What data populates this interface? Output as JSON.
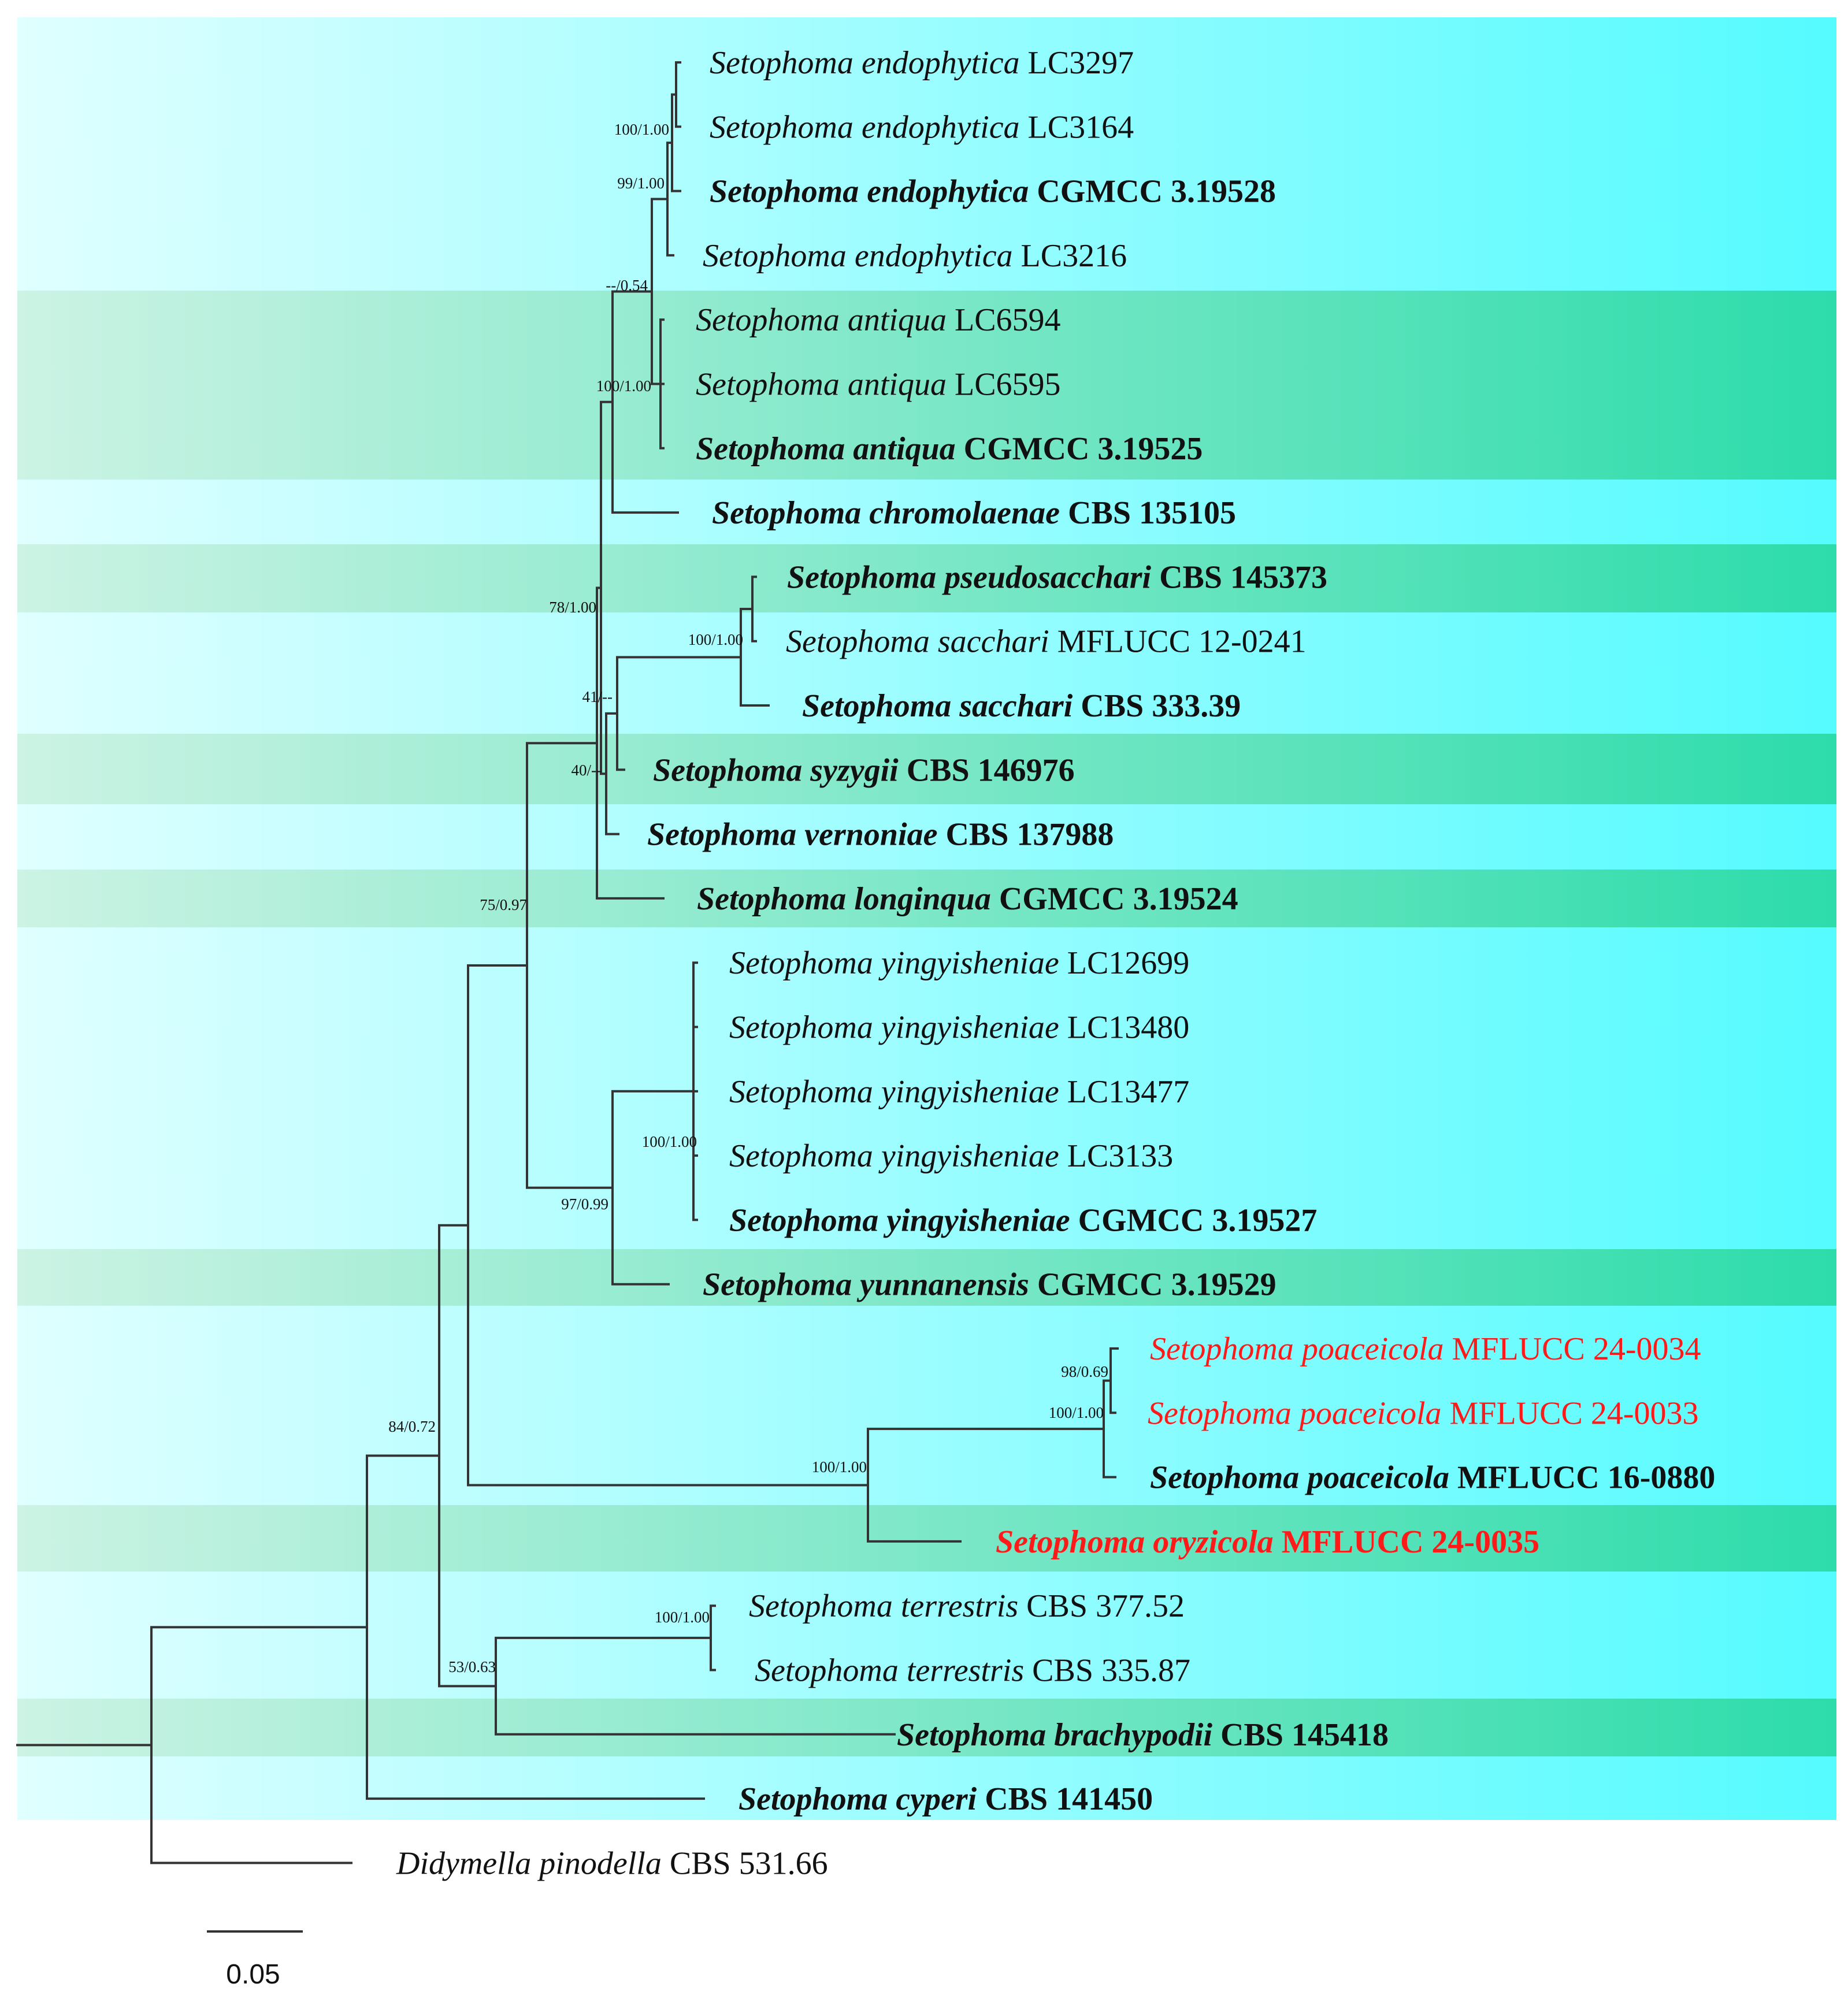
{
  "colors": {
    "band_light_start": "#e0ffff",
    "band_light_end": "#55fbff",
    "band_dark_start": "#ccf3e4",
    "band_dark_end": "#2ddcab",
    "text": "#111111",
    "highlight_red": "#ff1a1a",
    "branch": "#333333"
  },
  "taxa": [
    {
      "genus": "Setophoma",
      "species": "endophytica",
      "strain": "LC3297",
      "bold": false,
      "red": false
    },
    {
      "genus": "Setophoma",
      "species": "endophytica",
      "strain": "LC3164",
      "bold": false,
      "red": false
    },
    {
      "genus": "Setophoma",
      "species": "endophytica",
      "strain": "CGMCC 3.19528",
      "bold": true,
      "red": false
    },
    {
      "genus": "Setophoma",
      "species": "endophytica",
      "strain": "LC3216",
      "bold": false,
      "red": false
    },
    {
      "genus": "Setophoma",
      "species": "antiqua",
      "strain": "LC6594",
      "bold": false,
      "red": false
    },
    {
      "genus": "Setophoma",
      "species": "antiqua",
      "strain": "LC6595",
      "bold": false,
      "red": false
    },
    {
      "genus": "Setophoma",
      "species": "antiqua",
      "strain": "CGMCC 3.19525",
      "bold": true,
      "red": false
    },
    {
      "genus": "Setophoma",
      "species": "chromolaenae",
      "strain": "CBS 135105",
      "bold": true,
      "red": false
    },
    {
      "genus": "Setophoma",
      "species": "pseudosacchari",
      "strain": "CBS 145373",
      "bold": true,
      "red": false
    },
    {
      "genus": "Setophoma",
      "species": "sacchari",
      "strain": "MFLUCC 12-0241",
      "bold": false,
      "red": false
    },
    {
      "genus": "Setophoma",
      "species": "sacchari",
      "strain": "CBS 333.39",
      "bold": true,
      "red": false
    },
    {
      "genus": "Setophoma",
      "species": "syzygii",
      "strain": "CBS 146976",
      "bold": true,
      "red": false
    },
    {
      "genus": "Setophoma",
      "species": "vernoniae",
      "strain": "CBS 137988",
      "bold": true,
      "red": false
    },
    {
      "genus": "Setophoma",
      "species": "longinqua",
      "strain": "CGMCC 3.19524",
      "bold": true,
      "red": false
    },
    {
      "genus": "Setophoma",
      "species": "yingyisheniae",
      "strain": "LC12699",
      "bold": false,
      "red": false
    },
    {
      "genus": "Setophoma",
      "species": "yingyisheniae",
      "strain": "LC13480",
      "bold": false,
      "red": false
    },
    {
      "genus": "Setophoma",
      "species": "yingyisheniae",
      "strain": "LC13477",
      "bold": false,
      "red": false
    },
    {
      "genus": "Setophoma",
      "species": "yingyisheniae",
      "strain": "LC3133",
      "bold": false,
      "red": false
    },
    {
      "genus": "Setophoma",
      "species": "yingyisheniae",
      "strain": "CGMCC 3.19527",
      "bold": true,
      "red": false
    },
    {
      "genus": "Setophoma",
      "species": "yunnanensis",
      "strain": "CGMCC 3.19529",
      "bold": true,
      "red": false
    },
    {
      "genus": "Setophoma",
      "species": "poaceicola",
      "strain": "MFLUCC 24-0034",
      "bold": false,
      "red": true
    },
    {
      "genus": "Setophoma",
      "species": "poaceicola",
      "strain": "MFLUCC 24-0033",
      "bold": false,
      "red": true
    },
    {
      "genus": "Setophoma",
      "species": "poaceicola",
      "strain": "MFLUCC 16-0880",
      "bold": true,
      "red": false
    },
    {
      "genus": "Setophoma",
      "species": "oryzicola",
      "strain": "MFLUCC 24-0035",
      "bold": true,
      "red": true
    },
    {
      "genus": "Setophoma",
      "species": "terrestris",
      "strain": "CBS 377.52",
      "bold": false,
      "red": false
    },
    {
      "genus": "Setophoma",
      "species": "terrestris",
      "strain": "CBS 335.87",
      "bold": false,
      "red": false
    },
    {
      "genus": "Setophoma",
      "species": "brachypodii",
      "strain": "CBS 145418",
      "bold": true,
      "red": false
    },
    {
      "genus": "Setophoma",
      "species": "cyperi",
      "strain": "CBS 141450",
      "bold": true,
      "red": false
    },
    {
      "genus": "Didymella",
      "species": "pinodella",
      "strain": "CBS 531.66",
      "bold": false,
      "red": false
    }
  ],
  "support_values": [
    "100/1.00",
    "99/1.00",
    "--/0.54",
    "100/1.00",
    "78/1.00",
    "100/1.00",
    "41/--",
    "40/--",
    "75/0.97",
    "100/1.00",
    "97/0.99",
    "98/0.69",
    "100/1.00",
    "100/1.00",
    "84/0.72",
    "100/1.00",
    "53/0.63"
  ],
  "scale_bar": {
    "label": "0.05",
    "value": 0.05
  }
}
